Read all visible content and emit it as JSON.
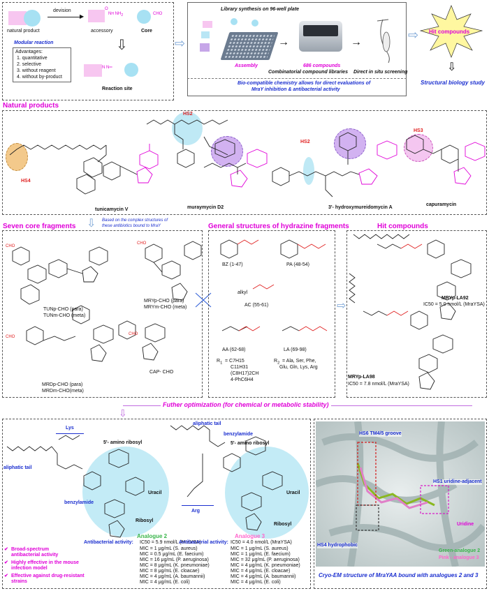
{
  "modular": {
    "natural_product": "natural product",
    "division": "devision",
    "accessory": "accessory",
    "core": "Core",
    "nh2": "NH",
    "cho": "CHO",
    "heading": "Modular reaction",
    "adv_title": "Advantages:",
    "adv": [
      "1. quantitative",
      "2. selective",
      "3. without reagent",
      "4. without by-product"
    ],
    "reaction_site": "Reaction site"
  },
  "synthesis": {
    "title": "Library synthesis on 96-well plate",
    "assembly": "Assembly",
    "compounds": "686 compounds",
    "combinatorial": "Combinatorial compound libraries",
    "screening": "Direct in situ screening",
    "biocompatible_1": "Bio-compatible chemistry allows for direct evaluations of",
    "biocompatible_2": "MraY inhibition & antibacterial activity"
  },
  "hit": {
    "burst": "Hit compounds",
    "structural": "Structural biology study"
  },
  "natural_products": {
    "heading": "Natural products",
    "names": [
      "tunicamycin V",
      "muraymycin D2",
      "3'- hydroxymureidomycin A",
      "capuramycin"
    ],
    "hotspots": [
      "HS4",
      "HS2",
      "HS2",
      "HS3"
    ]
  },
  "fragments": {
    "heading": "Seven core fragments",
    "note_1": "Based on the complex structures of",
    "note_2": "these antibiotics bound to MraY",
    "tun": [
      "TUNp-CHO (para)",
      "TUNm-CHO (meta)"
    ],
    "mry": [
      "MRYp-CHO (para)",
      "MRYm-CHO (meta)"
    ],
    "mrd": [
      "MRDp-CHO (para)",
      "MRDm-CHO(meta)"
    ],
    "cap": "CAP- CHO"
  },
  "hydrazine": {
    "heading": "General structures of hydrazine fragments",
    "bz": "BZ (1-47)",
    "pa": "PA (48-54)",
    "ac": "AC (55-61)",
    "alkyl": "alkyl",
    "aa": "AA (62-68)",
    "la": "LA (69-98)",
    "r1_1": "R",
    "r1_lines": [
      "= C7H15",
      "C11H31",
      "(C8H17)2CH",
      "4-PhC6H4"
    ],
    "r2_1": "R",
    "r2_lines": [
      "= Ala, Ser, Phe,",
      "Glu, Gln, Lys, Arg"
    ]
  },
  "hits": {
    "heading": "Hit compounds",
    "la92": "MRYp-LA92",
    "la92_ic": "IC50 = 5.0 nmol/L (MraYSA)",
    "la98": "MRYp-LA98",
    "la98_ic": "IC50 = 7.8 nmol/L (MraYSA)"
  },
  "optimization": "Futher optimization (for chemical or metabolic stability)",
  "analogue2": {
    "lys": "Lys",
    "tail": "aliphatic tail",
    "amino_ribosyl": "5'- amino ribosyl",
    "benzylamide": "benzylamide",
    "uracil": "Uracil",
    "ribosyl": "Ribosyl",
    "name": "Analogue 2",
    "activity_label": "Antibacterial activity:",
    "ic50": "IC50 = 5.9 nmol/L (MraYSA)",
    "mic": [
      "MIC = 1 μg/mL (S. aureus)",
      "MIC = 0.5 μg/mL (E. faecium)",
      "MIC = 16 μg/mL (P. aeruginosa)",
      "MIC = 8 μg/mL (K. pneumoniae)",
      "MIC = 8 μg/mL (E. cloacae)",
      "MIC = 4 μg/mL (A. baumannii)",
      "MIC = 4 μg/mL (E. coli)"
    ]
  },
  "analogue3": {
    "tail": "aliphatic tail",
    "benzylamide": "benzylamide",
    "amino_ribosyl": "5'- amino ribosyl",
    "arg": "Arg",
    "uracil": "Uracil",
    "ribosyl": "Ribosyl",
    "name": "Analogue 3",
    "activity_label": "Antibacterial activity:",
    "ic50": "IC50 = 4.0 nmol/L (MraYSA)",
    "mic": [
      "MIC = 1 μg/mL (S. aureus)",
      "MIC = 1 μg/mL (E. faecium)",
      "MIC = 32 μg/mL (P. aeruginosa)",
      "MIC = 4 μg/mL (K. pneumoniae)",
      "MIC = 4 μg/mL (E. cloacae)",
      "MIC = 4 μg/mL (A. baumannii)",
      "MIC = 4 μg/mL (E. coli)"
    ]
  },
  "benefits": [
    "Broad-spectrum antibacterial activity",
    "Highly effective in the mouse infection model",
    "Effective against drug-resistant strains"
  ],
  "cryo": {
    "hs6": "HS6 TM4/5 groove",
    "hs1": "HS1 uridine-adjacent",
    "uridine": "Uridine",
    "hs4": "HS4 hydrophobic",
    "green": "Green-analogue 2",
    "pink": "Pink - analogue 3",
    "caption": "Cryo-EM structure of MraYAA bound with analogues 2 and 3"
  },
  "colors": {
    "magenta": "#e000d8",
    "blue": "#1a2ecf",
    "red": "#e02020",
    "cyan_blob": "#bfe9f5",
    "purple_blob": "#c9a6ef",
    "orange_blob": "#f3c98b",
    "pink_blob": "#f4c6f0"
  }
}
